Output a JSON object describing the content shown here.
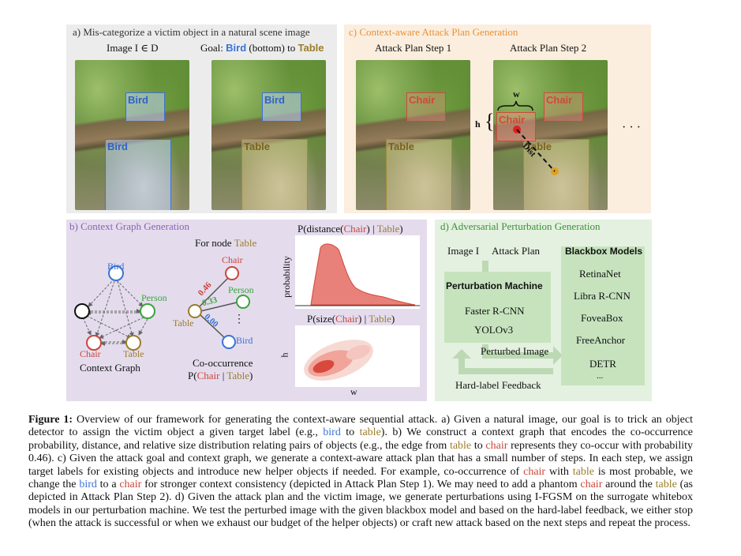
{
  "panel_a": {
    "title": "a) Mis-categorize a victim object in a natural scene image",
    "img1_label": "Image I ∈ D",
    "img2_label_pre": "Goal: ",
    "img2_label_bird": "Bird",
    "img2_label_mid": " (bottom) to ",
    "img2_label_table": "Table",
    "box_bird": "Bird",
    "box_table": "Table"
  },
  "panel_c": {
    "title": "c) Context-aware Attack Plan Generation",
    "step1": "Attack Plan Step 1",
    "step2": "Attack Plan Step 2",
    "box_chair": "Chair",
    "box_table": "Table",
    "w_label": "w",
    "h_label": "h",
    "dist_label": "Dist",
    "ellipsis": "· · ·"
  },
  "panel_b": {
    "title": "b) Context Graph Generation",
    "nodes": {
      "bird": "Bird",
      "person": "Person",
      "chair": "Chair",
      "table": "Table"
    },
    "context_graph_label": "Context Graph",
    "for_node_pre": "For node ",
    "for_node_table": "Table",
    "edge_values": [
      "0.46",
      "0.33",
      "0.00"
    ],
    "dots": "⋮",
    "cooc_label": "Co-occurrence",
    "cooc_formula_pre": "P(",
    "cooc_formula_chair": "Chair",
    "cooc_formula_mid": " | ",
    "cooc_formula_table": "Table",
    "cooc_formula_post": ")",
    "dist_plot_title_pre": "P(distance(",
    "dist_plot_title_chair": "Chair",
    "dist_plot_title_mid": ") | ",
    "dist_plot_title_table": "Table",
    "dist_plot_title_post": ")",
    "dist_plot_ylabel": "probability",
    "size_plot_title_pre": "P(size(",
    "size_plot_title_chair": "Chair",
    "size_plot_title_mid": ") | ",
    "size_plot_title_table": "Table",
    "size_plot_title_post": ")",
    "size_plot_ylabel": "h",
    "size_plot_xlabel": "w"
  },
  "panel_d": {
    "title": "d) Adversarial Perturbation Generation",
    "input_image": "Image I",
    "input_plan": "Attack Plan",
    "machine_title": "Perturbation Machine",
    "machine_models": [
      "Faster R-CNN",
      "YOLOv3"
    ],
    "perturbed": "Perturbed Image",
    "feedback": "Hard-label Feedback",
    "blackbox_title": "Blackbox Models",
    "blackbox_models": [
      "RetinaNet",
      "Libra R-CNN",
      "FoveaBox",
      "FreeAnchor",
      "DETR",
      "..."
    ]
  },
  "caption": {
    "label": "Figure 1:",
    "s1": " Overview of our framework for generating the context-aware sequential attack. a) Given a natural image, our goal is to trick an object detector to assign the victim object a given target label (e.g., ",
    "w_bird1": "bird",
    "s2": " to ",
    "w_table1": "table",
    "s3": "). b) We construct a context graph that encodes the co-occurrence probability, distance, and relative size distribution relating pairs of objects (e.g., the edge from ",
    "w_table2": "table",
    "s4": " to ",
    "w_chair1": "chair",
    "s5": " represents they co-occur with probability 0.46). c) Given the attack goal and context graph, we generate a context-aware attack plan that has a small number of steps. In each step, we assign target labels for existing objects and introduce new helper objects if needed. For example, co-occurrence of ",
    "w_chair2": "chair",
    "s6": " with ",
    "w_table3": "table",
    "s7": " is most probable, we change the ",
    "w_bird2": "bird",
    "s8": " to a ",
    "w_chair3": "chair",
    "s9": " for stronger context consistency (depicted in Attack Plan Step 1). We may need to add a phantom ",
    "w_chair4": "chair",
    "s10": " around the ",
    "w_table4": "table",
    "s11": " (as depicted in Attack Plan Step 2). d) Given the attack plan and the victim image, we generate perturbations using I-FGSM on the surrogate whitebox models in our perturbation machine. We test the perturbed image with the given blackbox model and based on the hard-label feedback, we either stop (when the attack is successful or when we exhaust our budget of the helper objects) or craft new attack based on the next steps and repeat the process."
  },
  "colors": {
    "panel_a_bg": "#ececec",
    "panel_b_bg": "#e4dced",
    "panel_c_bg": "#fbeede",
    "panel_d_bg": "#e4f1e0",
    "title_a": "#333333",
    "title_b": "#8a62b0",
    "title_c": "#e8913a",
    "title_d": "#3f8f3a",
    "bird_blue": "#3a73d6",
    "chair_red": "#c9463b",
    "table_brown": "#9a7d2a",
    "person_green": "#3aa53a"
  }
}
